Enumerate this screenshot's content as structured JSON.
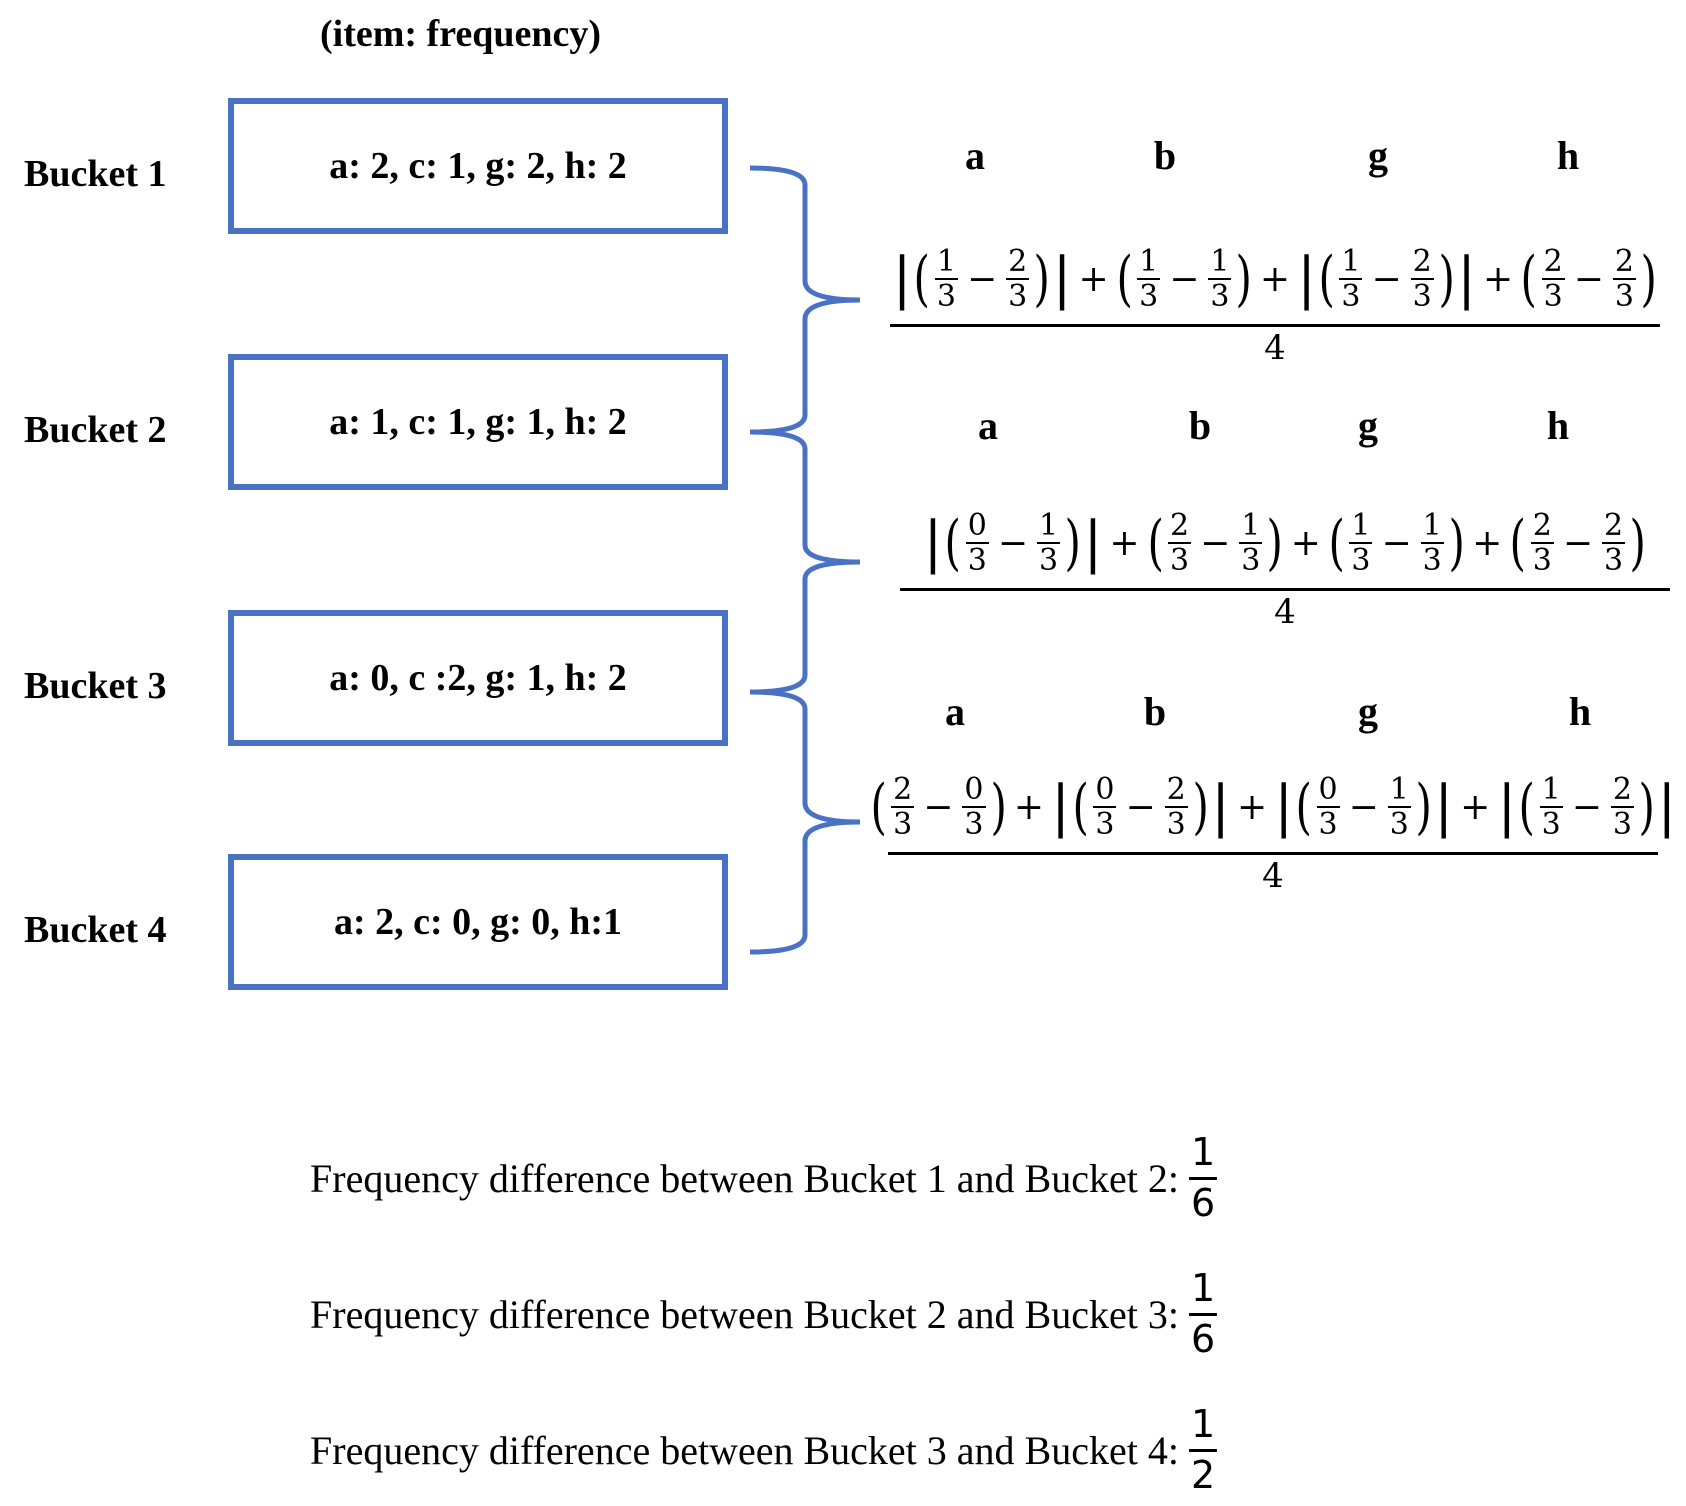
{
  "header": "(item: frequency)",
  "buckets": [
    {
      "label": "Bucket 1",
      "content": "a: 2, c: 1, g: 2, h: 2"
    },
    {
      "label": "Bucket 2",
      "content": "a: 1, c: 1, g: 1, h: 2"
    },
    {
      "label": "Bucket 3",
      "content": "a: 0, c :2, g: 1, h: 2"
    },
    {
      "label": "Bucket 4",
      "content": "a: 2, c: 0, g: 0, h:1"
    }
  ],
  "formulas": [
    {
      "letters": [
        "a",
        "b",
        "g",
        "h"
      ],
      "terms": [
        {
          "abs": true,
          "n1": "1",
          "d1": "3",
          "n2": "2",
          "d2": "3"
        },
        {
          "abs": false,
          "n1": "1",
          "d1": "3",
          "n2": "1",
          "d2": "3"
        },
        {
          "abs": true,
          "n1": "1",
          "d1": "3",
          "n2": "2",
          "d2": "3"
        },
        {
          "abs": false,
          "n1": "2",
          "d1": "3",
          "n2": "2",
          "d2": "3"
        }
      ],
      "denominator": "4"
    },
    {
      "letters": [
        "a",
        "b",
        "g",
        "h"
      ],
      "terms": [
        {
          "abs": true,
          "n1": "0",
          "d1": "3",
          "n2": "1",
          "d2": "3"
        },
        {
          "abs": false,
          "n1": "2",
          "d1": "3",
          "n2": "1",
          "d2": "3"
        },
        {
          "abs": false,
          "n1": "1",
          "d1": "3",
          "n2": "1",
          "d2": "3"
        },
        {
          "abs": false,
          "n1": "2",
          "d1": "3",
          "n2": "2",
          "d2": "3"
        }
      ],
      "denominator": "4"
    },
    {
      "letters": [
        "a",
        "b",
        "g",
        "h"
      ],
      "terms": [
        {
          "abs": false,
          "n1": "2",
          "d1": "3",
          "n2": "0",
          "d2": "3"
        },
        {
          "abs": true,
          "n1": "0",
          "d1": "3",
          "n2": "2",
          "d2": "3"
        },
        {
          "abs": true,
          "n1": "0",
          "d1": "3",
          "n2": "1",
          "d2": "3"
        },
        {
          "abs": true,
          "n1": "1",
          "d1": "3",
          "n2": "2",
          "d2": "3"
        }
      ],
      "denominator": "4"
    }
  ],
  "operators": {
    "minus": "−",
    "plus": "+"
  },
  "differences": [
    {
      "text": "Frequency difference between Bucket 1 and Bucket 2:",
      "num": "1",
      "den": "6"
    },
    {
      "text": "Frequency difference between Bucket 2 and Bucket 3:",
      "num": "1",
      "den": "6"
    },
    {
      "text": "Frequency difference between Bucket 3 and Bucket 4:",
      "num": "1",
      "den": "2"
    }
  ],
  "colors": {
    "box_border": "#4a72c4",
    "brace": "#4a72c4"
  }
}
